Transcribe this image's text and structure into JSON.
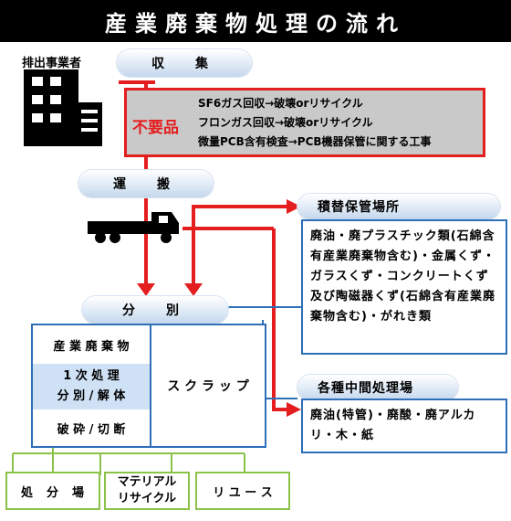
{
  "title": "産業廃棄物処理の流れ",
  "emitter_label": "排出事業者",
  "collection_label": "収　集",
  "unwanted": {
    "badge": "不要品",
    "lines": [
      "SF6ガス回収→破壊orリサイクル",
      "フロンガス回収→破壊orリサイクル",
      "微量PCB含有検査→PCB機器保管に関する工事"
    ]
  },
  "transport_label": "運　搬",
  "storage": {
    "label": "積替保管場所",
    "text": "廃油・廃プラスチック類(石綿含有産業廃棄物含む)・金属くず・ガラスくず・コンクリートくず及び陶磁器くず(石綿含有産業廃棄物含む)・がれき類"
  },
  "sorting_label": "分　別",
  "sorting_table": {
    "row1": "産 業 廃 棄 物",
    "row2_line1": "1 次 処 理",
    "row2_line2": "分 別 / 解 体",
    "row3": "破 砕 / 切 断",
    "right": "ス ク ラ ッ プ"
  },
  "intermediate": {
    "label": "各種中間処理場",
    "text": "廃油(特管)・廃酸・廃アルカリ・木・紙"
  },
  "outputs": {
    "disposal": "処　分　場",
    "material_line1": "マテリアル",
    "material_line2": "リサイクル",
    "reuse": "リ ユ ー ス"
  },
  "colors": {
    "red_arrow": "#e41e1e",
    "blue_line": "#2e6fb8",
    "green_line": "#8ac24a",
    "unwanted_bg": "#c9c9c9",
    "highlight_bg": "#cfe1f5"
  }
}
